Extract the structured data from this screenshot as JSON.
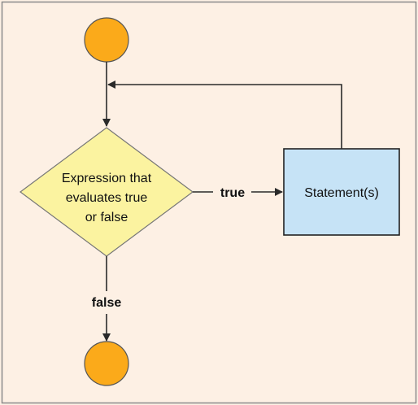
{
  "diagram": {
    "decision_lines": [
      "Expression that",
      "evaluates true",
      "or false"
    ],
    "statement_label": "Statement(s)",
    "true_label": "true",
    "false_label": "false"
  },
  "colors": {
    "background": "#fdf0e4",
    "border": "#8a8a8a",
    "terminal_fill": "#fbaa1a",
    "terminal_stroke": "#555555",
    "decision_fill": "#fbf3a0",
    "decision_stroke": "#777777",
    "statement_fill": "#c6e3f6",
    "statement_stroke": "#222222",
    "arrow": "#2a2a2a"
  }
}
